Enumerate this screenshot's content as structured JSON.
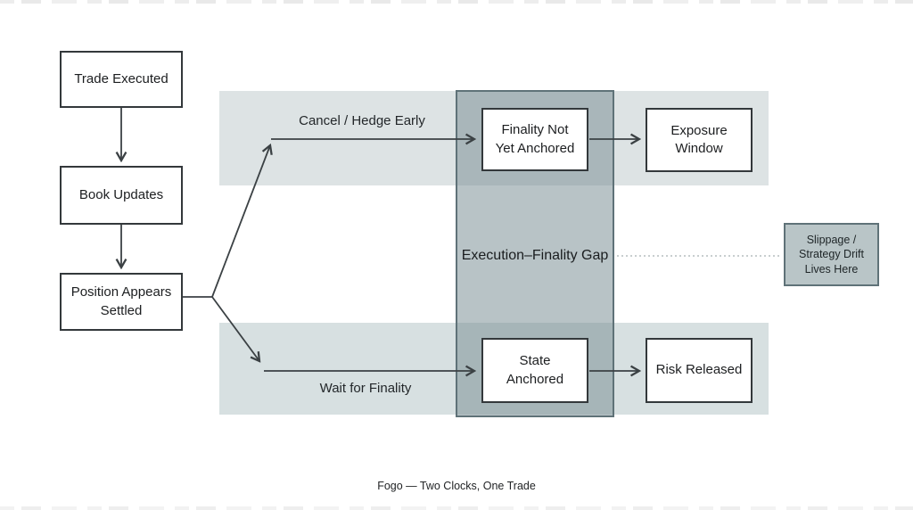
{
  "caption": "Fogo — Two Clocks, One Trade",
  "nodes": {
    "trade_executed": {
      "label": "Trade Executed"
    },
    "book_updates": {
      "label": "Book Updates"
    },
    "position_settled": {
      "label": "Position Appears Settled"
    },
    "finality_not_anchored": {
      "label": "Finality Not Yet Anchored"
    },
    "exposure_window": {
      "label": "Exposure Window"
    },
    "state_anchored": {
      "label": "State Anchored"
    },
    "risk_released": {
      "label": "Risk Released"
    }
  },
  "edges": {
    "cancel_hedge_label": "Cancel / Hedge Early",
    "wait_finality_label": "Wait for Finality"
  },
  "gap": {
    "label": "Execution–Finality Gap"
  },
  "annotation": {
    "slippage_label": "Slippage / Strategy Drift Lives Here"
  },
  "colors": {
    "background": "#ffffff",
    "band_top": "#dde3e4",
    "band_bottom": "#d7e0e1",
    "gap_band_fill": "#b7c3c6",
    "gap_band_border": "#5f7278",
    "node_border": "#33383b",
    "annotation_fill": "#b9c5c7",
    "arrow_stroke": "#3b4144",
    "dotted_line": "#a7b0b2",
    "text": "#1c1e20"
  }
}
